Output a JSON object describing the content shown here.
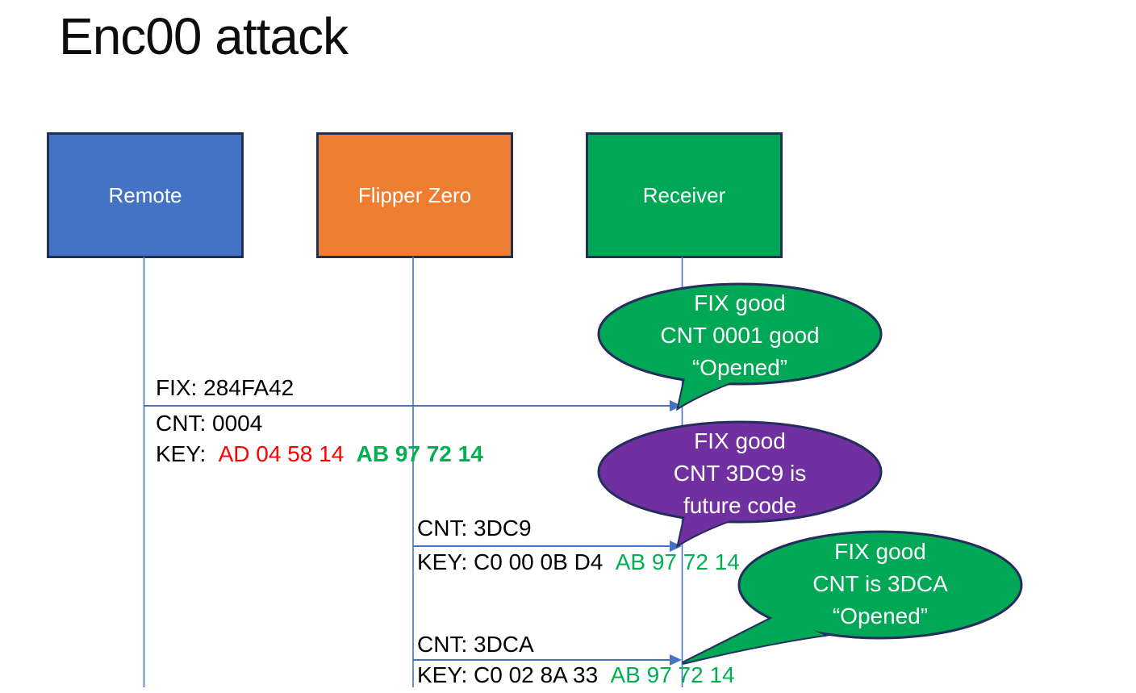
{
  "slide": {
    "title": "Enc00 attack"
  },
  "actors": [
    {
      "id": "remote",
      "label": "Remote",
      "fill": "#4472C4",
      "border": "#1F3050"
    },
    {
      "id": "flipper",
      "label": "Flipper Zero",
      "fill": "#ED7D31",
      "border": "#1F3050"
    },
    {
      "id": "receiver",
      "label": "Receiver",
      "fill": "#00A855",
      "border": "#1F3050"
    }
  ],
  "messages": [
    {
      "from": "Remote",
      "to": "Receiver",
      "fix": "FIX: 284FA42",
      "cnt": "CNT: 0004",
      "key_label": "KEY:",
      "key_red": "AD 04 58 14",
      "key_green": "AB 97 72 14",
      "key_red_color": "#FF0000",
      "key_green_color": "#00B050"
    },
    {
      "from": "Flipper Zero",
      "to": "Receiver",
      "cnt": "CNT: 3DC9",
      "key_black": "KEY: C0 00 0B D4",
      "key_green": "AB 97 72 14",
      "key_green_color": "#00B050"
    },
    {
      "from": "Flipper Zero",
      "to": "Receiver",
      "cnt": "CNT: 3DCA",
      "key_black": "KEY: C0 02 8A 33",
      "key_green": "AB 97 72 14",
      "key_green_color": "#00B050"
    }
  ],
  "bubbles": [
    {
      "attached_to": "message-1",
      "fill": "#00A855",
      "outline": "#252C5E",
      "lines": [
        "FIX good",
        "CNT 0001 good",
        "“Opened”"
      ]
    },
    {
      "attached_to": "message-2",
      "fill": "#7030A0",
      "outline": "#252C5E",
      "lines": [
        "FIX good",
        "CNT 3DC9 is",
        "future code"
      ]
    },
    {
      "attached_to": "message-3",
      "fill": "#00A855",
      "outline": "#252C5E",
      "lines": [
        "FIX good",
        "CNT is 3DCA",
        "“Opened”"
      ]
    }
  ],
  "connector_color": "#4472C4"
}
